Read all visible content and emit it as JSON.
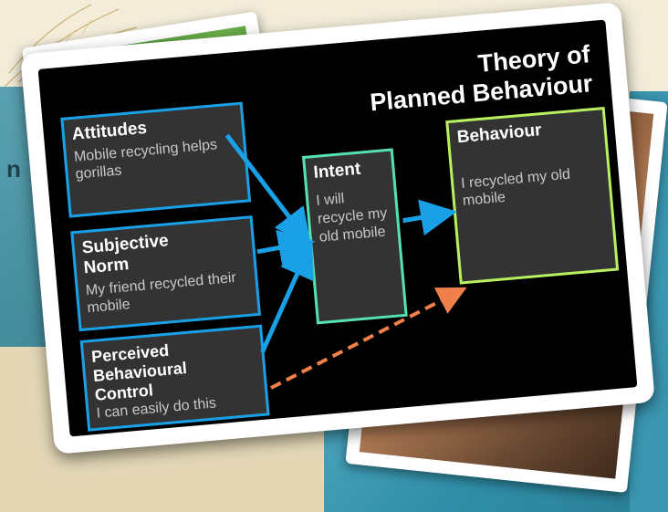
{
  "diagram": {
    "title_line1": "Theory of",
    "title_line2": "Planned Behaviour",
    "attitudes": {
      "heading": "Attitudes",
      "text": "Mobile recycling helps gorillas"
    },
    "subjective_norm": {
      "heading_line1": "Subjective",
      "heading_line2": "Norm",
      "text": "My friend recycled their mobile"
    },
    "perceived_control": {
      "heading_line1": "Perceived",
      "heading_line2": "Behavioural",
      "heading_line3": "Control",
      "text": "I can easily do this"
    },
    "intent": {
      "heading": "Intent",
      "text": "I will recycle my old mobile"
    },
    "behaviour": {
      "heading": "Behaviour",
      "text": "I recycled my old mobile"
    }
  },
  "colors": {
    "factor_border": "#1aa0e6",
    "intent_border": "#55e0b6",
    "behaviour_border": "#b8f060",
    "arrow": "#1aa0e6",
    "dashed_arrow": "#f0804a"
  },
  "background": {
    "left_letter": "n"
  }
}
